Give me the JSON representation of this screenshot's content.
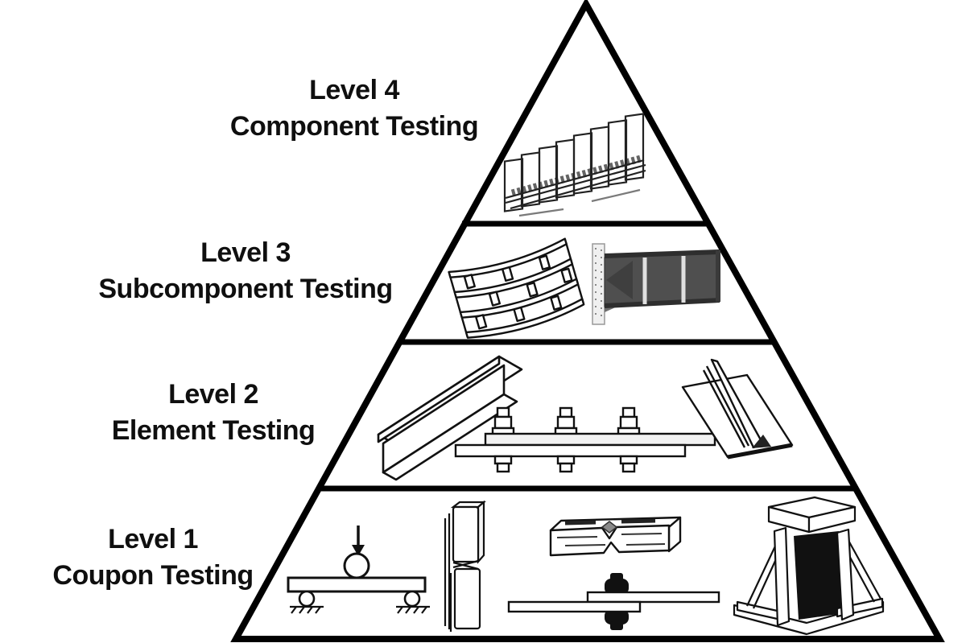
{
  "diagram": {
    "kind": "testing-pyramid",
    "levels": [
      {
        "label": "Level 4",
        "name": "Component Testing",
        "illustrations": [
          "frame-assembly"
        ]
      },
      {
        "label": "Level 3",
        "name": "Subcomponent Testing",
        "illustrations": [
          "curved-stiffened-panel",
          "cantilever-beam"
        ]
      },
      {
        "label": "Level 2",
        "name": "Element Testing",
        "illustrations": [
          "channel-beam",
          "three-bolt-lap-joint",
          "t-stiffener"
        ]
      },
      {
        "label": "Level 1",
        "name": "Coupon Testing",
        "illustrations": [
          "three-point-bend-test",
          "tensile-coupon",
          "notched-coupon",
          "single-bolt-lap-joint",
          "compression-fixture"
        ]
      }
    ],
    "colors": {
      "outline": "#000000",
      "background": "#ffffff",
      "text": "#111111",
      "beam_gray": "#4f4f4f",
      "specimen_black": "#111111"
    }
  }
}
